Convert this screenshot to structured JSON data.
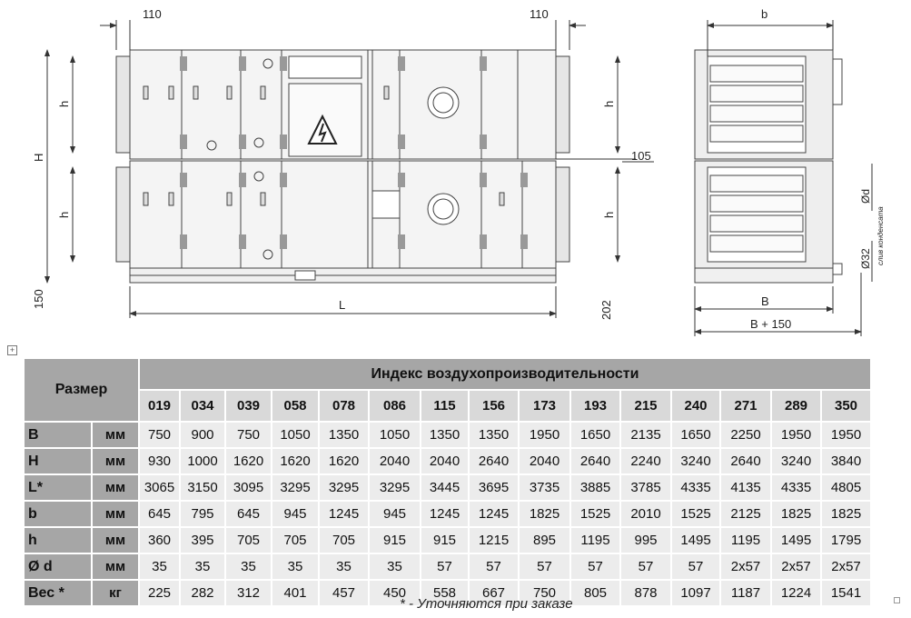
{
  "drawing": {
    "front_view": {
      "dim_flange_left": "110",
      "dim_flange_right": "110",
      "dim_total_height": "H",
      "dim_section_height_upper_left": "h",
      "dim_section_height_lower_left": "h",
      "dim_section_height_upper_right": "h",
      "dim_section_height_lower_right": "h",
      "dim_base_height": "150",
      "dim_length": "L",
      "dim_base_right": "202",
      "dim_gap": "105"
    },
    "side_view": {
      "dim_width_top": "b",
      "dim_width_inner": "B",
      "dim_width_outer": "B + 150",
      "dim_pipe": "Ød",
      "dim_drain": "Ø32",
      "drain_label": "слив конденсата"
    }
  },
  "table": {
    "size_header": "Размер",
    "index_header": "Индекс воздухопроизводительности",
    "codes": [
      "019",
      "034",
      "039",
      "058",
      "078",
      "086",
      "115",
      "156",
      "173",
      "193",
      "215",
      "240",
      "271",
      "289",
      "350"
    ],
    "rows": [
      {
        "label": "B",
        "unit": "мм",
        "values": [
          "750",
          "900",
          "750",
          "1050",
          "1350",
          "1050",
          "1350",
          "1350",
          "1950",
          "1650",
          "2135",
          "1650",
          "2250",
          "1950",
          "1950"
        ]
      },
      {
        "label": "H",
        "unit": "мм",
        "values": [
          "930",
          "1000",
          "1620",
          "1620",
          "1620",
          "2040",
          "2040",
          "2640",
          "2040",
          "2640",
          "2240",
          "3240",
          "2640",
          "3240",
          "3840"
        ]
      },
      {
        "label": "L*",
        "unit": "мм",
        "values": [
          "3065",
          "3150",
          "3095",
          "3295",
          "3295",
          "3295",
          "3445",
          "3695",
          "3735",
          "3885",
          "3785",
          "4335",
          "4135",
          "4335",
          "4805"
        ]
      },
      {
        "label": "b",
        "unit": "мм",
        "values": [
          "645",
          "795",
          "645",
          "945",
          "1245",
          "945",
          "1245",
          "1245",
          "1825",
          "1525",
          "2010",
          "1525",
          "2125",
          "1825",
          "1825"
        ]
      },
      {
        "label": "h",
        "unit": "мм",
        "values": [
          "360",
          "395",
          "705",
          "705",
          "705",
          "915",
          "915",
          "1215",
          "895",
          "1195",
          "995",
          "1495",
          "1195",
          "1495",
          "1795"
        ]
      },
      {
        "label": "Ø d",
        "unit": "мм",
        "values": [
          "35",
          "35",
          "35",
          "35",
          "35",
          "35",
          "57",
          "57",
          "57",
          "57",
          "57",
          "57",
          "2x57",
          "2x57",
          "2x57"
        ]
      },
      {
        "label": "Вес *",
        "unit": "кг",
        "values": [
          "225",
          "282",
          "312",
          "401",
          "457",
          "450",
          "558",
          "667",
          "750",
          "805",
          "878",
          "1097",
          "1187",
          "1224",
          "1541"
        ]
      }
    ],
    "note": "* - Уточняются при заказе"
  }
}
